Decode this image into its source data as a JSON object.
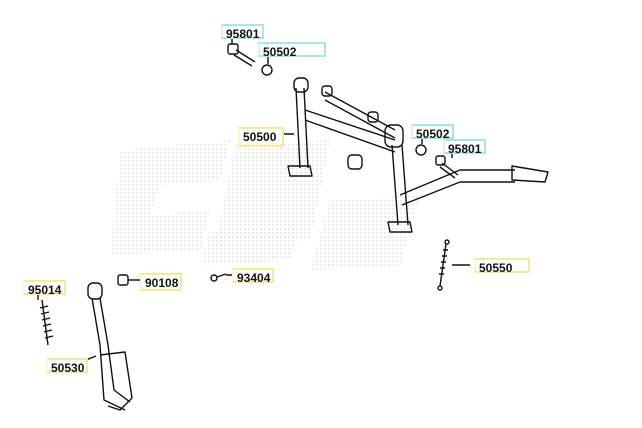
{
  "labels": {
    "bolt_top": "95801",
    "nut_top": "50502",
    "main_stand": "50500",
    "nut_right": "50502",
    "bolt_right": "95801",
    "spring_main": "50550",
    "spring_side": "95014",
    "bolt_side": "90108",
    "bolt_small": "93404",
    "side_stand": "50530"
  },
  "colors": {
    "highlight_cyan": "#a8e6ee",
    "highlight_yellow": "#f2ec9a"
  }
}
